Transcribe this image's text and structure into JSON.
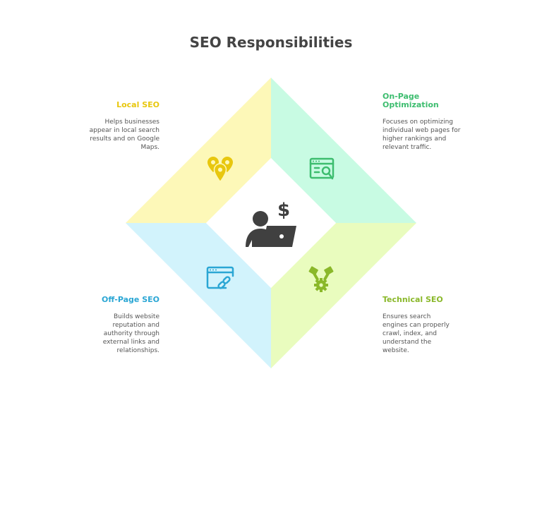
{
  "title": "SEO Responsibilities",
  "colors": {
    "local": "#e8c70e",
    "onpage": "#3dbd6f",
    "offpage": "#2aa6d4",
    "technical": "#8ab82a",
    "center_icon": "#404040"
  },
  "center_icon": "person-laptop-dollar-icon",
  "sections": {
    "local": {
      "label": "Local SEO",
      "description": "Helps businesses appear in local search results and on Google Maps.",
      "icon": "map-pins-icon"
    },
    "onpage": {
      "label": "On-Page Optimization",
      "description": "Focuses on optimizing individual web pages for higher rankings and relevant traffic.",
      "icon": "browser-search-icon"
    },
    "offpage": {
      "label": "Off-Page SEO",
      "description": "Builds website reputation and authority through external links and relationships.",
      "icon": "browser-link-icon"
    },
    "technical": {
      "label": "Technical SEO",
      "description": "Ensures search engines can properly crawl, index, and understand the website.",
      "icon": "wrenches-gear-icon"
    }
  }
}
